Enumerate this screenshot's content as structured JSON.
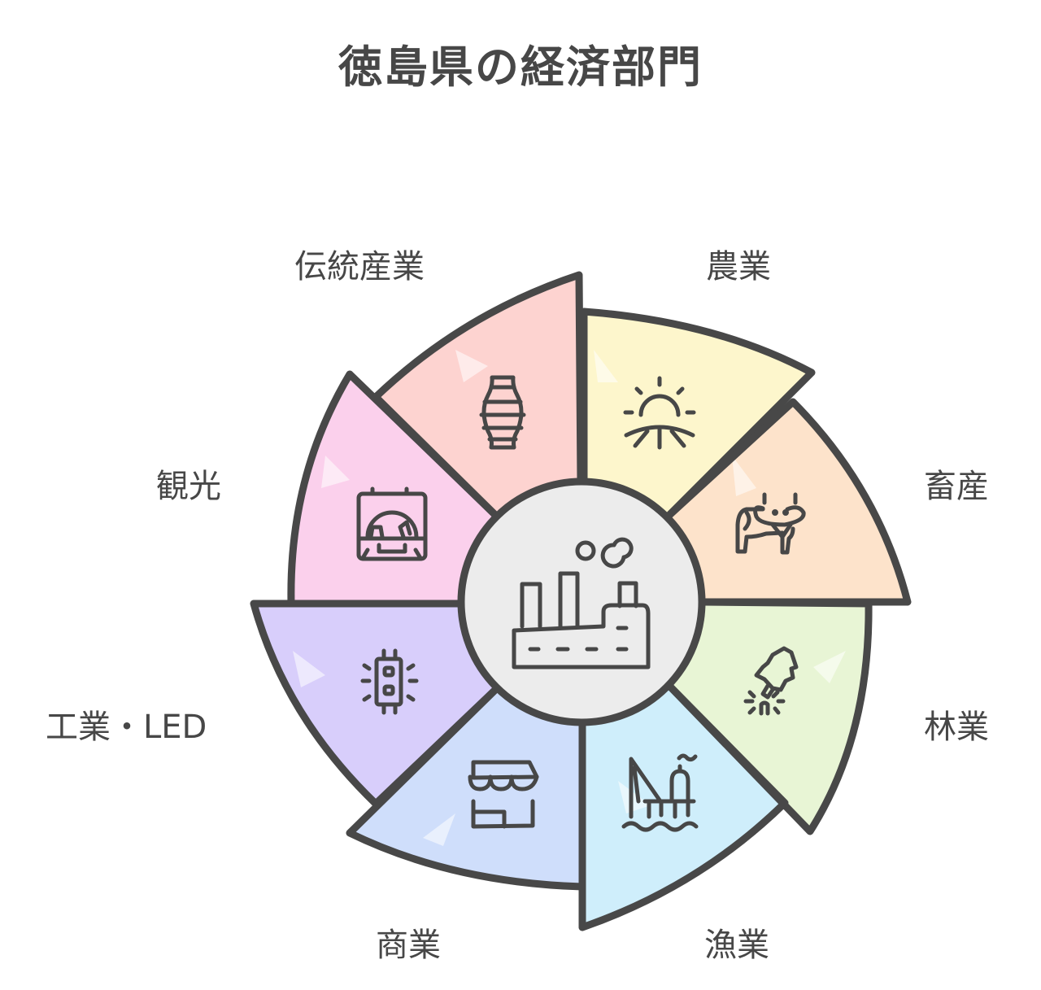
{
  "title": "徳島県の経済部門",
  "center": {
    "icon": "factory-icon",
    "fill": "#ececec"
  },
  "segments": [
    {
      "id": "agriculture",
      "label": "農業",
      "icon": "sunrise-field-icon",
      "fill": "#fdf6cc"
    },
    {
      "id": "livestock",
      "label": "畜産",
      "icon": "cow-icon",
      "fill": "#fde3cb"
    },
    {
      "id": "forestry",
      "label": "林業",
      "icon": "tree-cutting-icon",
      "fill": "#e8f5d5"
    },
    {
      "id": "fishery",
      "label": "漁業",
      "icon": "offshore-platform-icon",
      "fill": "#cfeefb"
    },
    {
      "id": "commerce",
      "label": "商業",
      "icon": "storefront-icon",
      "fill": "#cfdefb"
    },
    {
      "id": "industry-led",
      "label": "工業・LED",
      "icon": "led-chip-icon",
      "fill": "#d8cefb"
    },
    {
      "id": "tourism",
      "label": "観光",
      "icon": "suitcase-globe-icon",
      "fill": "#fbd0ec"
    },
    {
      "id": "traditional-industry",
      "label": "伝統産業",
      "icon": "vase-icon",
      "fill": "#fdd3d0"
    }
  ],
  "colors": {
    "outline": "#484848",
    "text": "#474747",
    "background": "#ffffff"
  }
}
